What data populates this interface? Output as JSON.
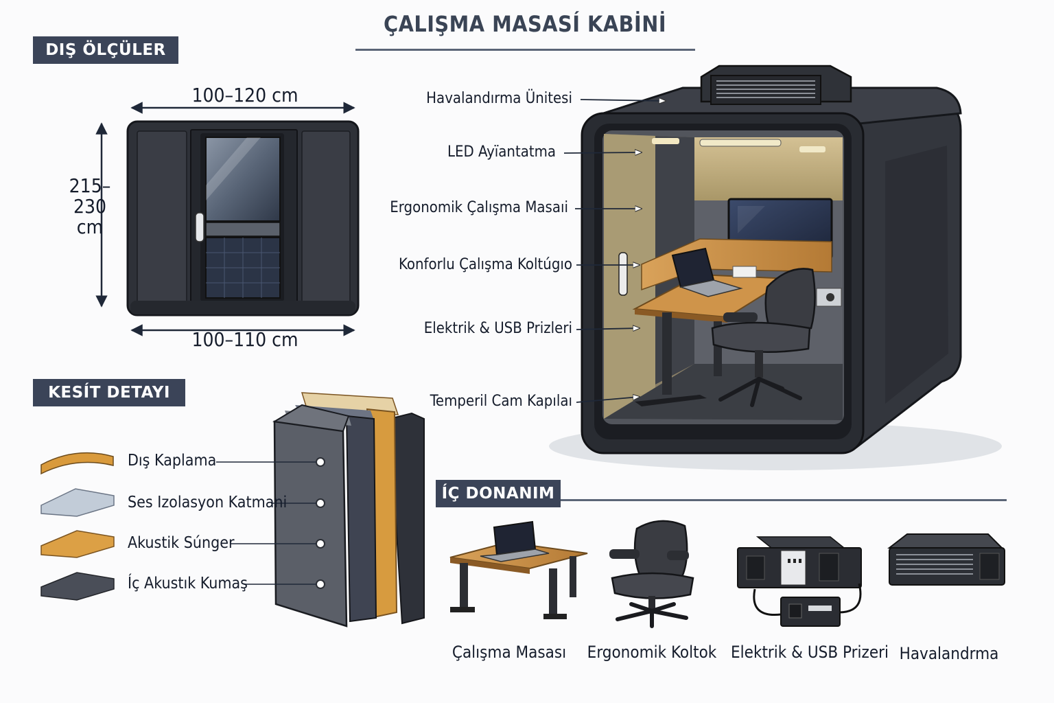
{
  "title": "ÇALIŞMA MASASÍ KABİNİ",
  "sections": {
    "outer_dimensions": "DIŞ ÖLÇÜLER",
    "section_detail": "KESÍT DETAYI",
    "interior_equipment": "ÍÇ DONANIM"
  },
  "dimensions": {
    "top_width": "100–120 cm",
    "bottom_width": "100–110 cm",
    "height_line1": "215–",
    "height_line2": "230",
    "height_line3": "cm"
  },
  "callouts": [
    "Havalandırma Ünitesi",
    "LED Ayïantatma",
    "Ergonomik Çalışma Masaıi",
    "Konforlu Çalışma Koltúgıo",
    "Elektrik & USB Prizleri",
    "Temperil Cam Kapılaı"
  ],
  "layers": [
    {
      "label": "Dış Kaplama",
      "color": "#d99a3c"
    },
    {
      "label": "Ses Izolasyon Katmani",
      "color": "#aebccb"
    },
    {
      "label": "Akustik Súnger",
      "color": "#dca045"
    },
    {
      "label": "Íç Akustık Kumaş",
      "color": "#4a4e58"
    }
  ],
  "equipment": [
    {
      "label": "Çalışma Masası",
      "icon": "desk-icon"
    },
    {
      "label": "Ergonomik Koltok",
      "icon": "chair-icon"
    },
    {
      "label": "Elektrik & USB Prizeri",
      "icon": "power-unit-icon"
    },
    {
      "label": "Havalandrma",
      "icon": "ventilation-unit-icon"
    }
  ],
  "colors": {
    "badge": "#3b4458",
    "cabin_body": "#2f3239",
    "wood": "#c98a3f",
    "felt": "#b8a57a"
  }
}
